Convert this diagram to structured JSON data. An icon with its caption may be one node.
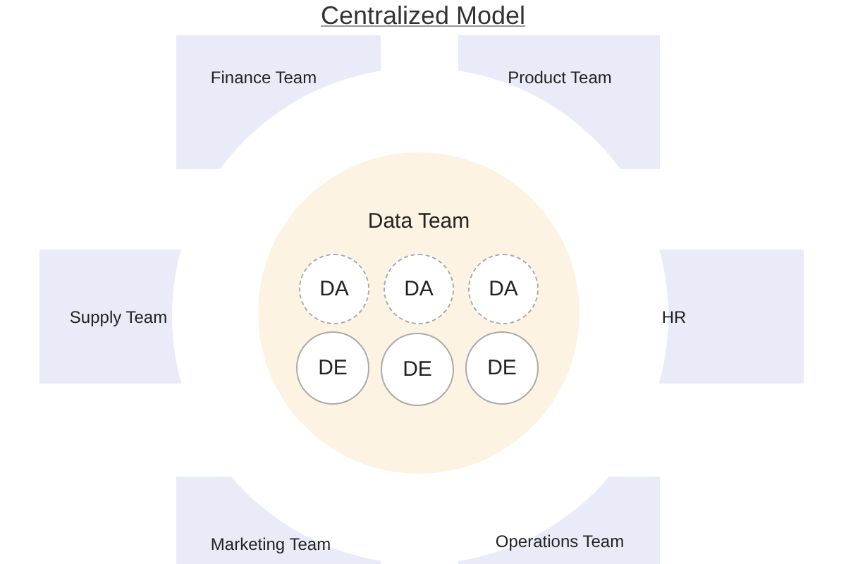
{
  "diagram": {
    "title": "Centralized Model",
    "nodes": [
      {
        "text": [
          "Finance Team"
        ]
      },
      {
        "text": [
          "Product Team"
        ]
      },
      {
        "text": [
          "Supply Team"
        ]
      },
      {
        "text": [
          "Data Team"
        ]
      },
      {
        "text": [
          "DA"
        ],
        "in": 3
      },
      {
        "text": [
          "DA"
        ],
        "in": 3
      },
      {
        "text": [
          "DA"
        ],
        "in": 3
      },
      {
        "text": [
          "DE"
        ],
        "in": 3
      },
      {
        "text": [
          "DE"
        ],
        "in": 3
      },
      {
        "text": [
          "DE"
        ],
        "in": 3
      },
      {
        "text": [
          "HR"
        ]
      },
      {
        "text": [
          "Marketing Team"
        ]
      },
      {
        "text": [
          "Operations Team"
        ]
      }
    ],
    "edges": []
  }
}
